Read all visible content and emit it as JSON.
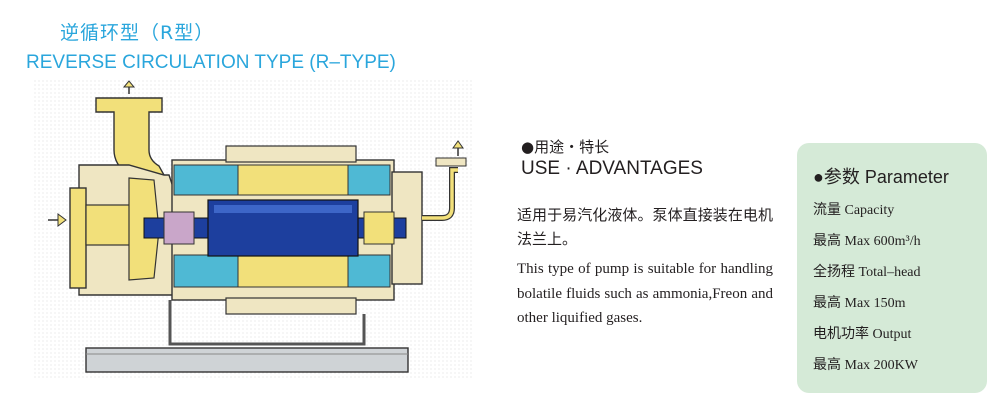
{
  "header": {
    "title_cn": "逆循环型（R型）",
    "title_en": "REVERSE CIRCULATION TYPE (R–TYPE)"
  },
  "use": {
    "heading_cn": "●用途・特长",
    "heading_en": "USE · ADVANTAGES",
    "body_cn": "适用于易汽化液体。泵体直接装在电机法兰上。",
    "body_en": "This type of pump is suitable for handling bolatile fluids such as ammonia,Freon and other liquified gases."
  },
  "parameter": {
    "heading": "●参数 Parameter",
    "rows": [
      "流量 Capacity",
      "最高 Max 600m³/h",
      "全扬程 Total–head",
      "最高 Max 150m",
      "电机功率 Output",
      "最高 Max 200KW"
    ]
  },
  "colors": {
    "title": "#2aa6dc",
    "pump_yellow": "#f2e07a",
    "casing_beige": "#efe6c2",
    "rotor_blue": "#1d3f9e",
    "stator_cyan": "#4fb9d4",
    "parameter_bg": "#d5ead7"
  },
  "icons": [
    "arrow-up-icon",
    "arrow-right-icon"
  ]
}
